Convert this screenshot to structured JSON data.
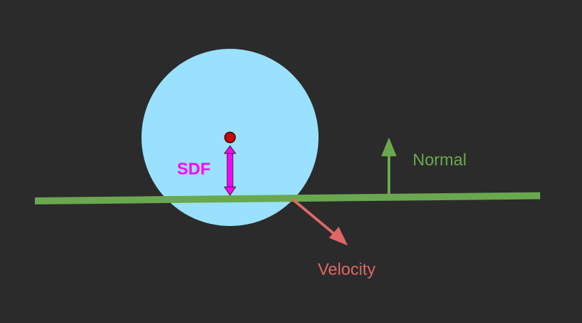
{
  "labels": {
    "sdf": "SDF",
    "normal": "Normal",
    "velocity": "Velocity"
  },
  "colors": {
    "background": "#2b2b2b",
    "circle_fill": "#99e1ff",
    "ground_line": "#6aa84f",
    "sdf_arrow": "#ff00ff",
    "sdf_label": "#ff00ff",
    "center_point": "#cc0000",
    "normal_arrow": "#6aa84f",
    "normal_label": "#6aa84f",
    "velocity_arrow": "#e06666",
    "velocity_label": "#e06666"
  }
}
